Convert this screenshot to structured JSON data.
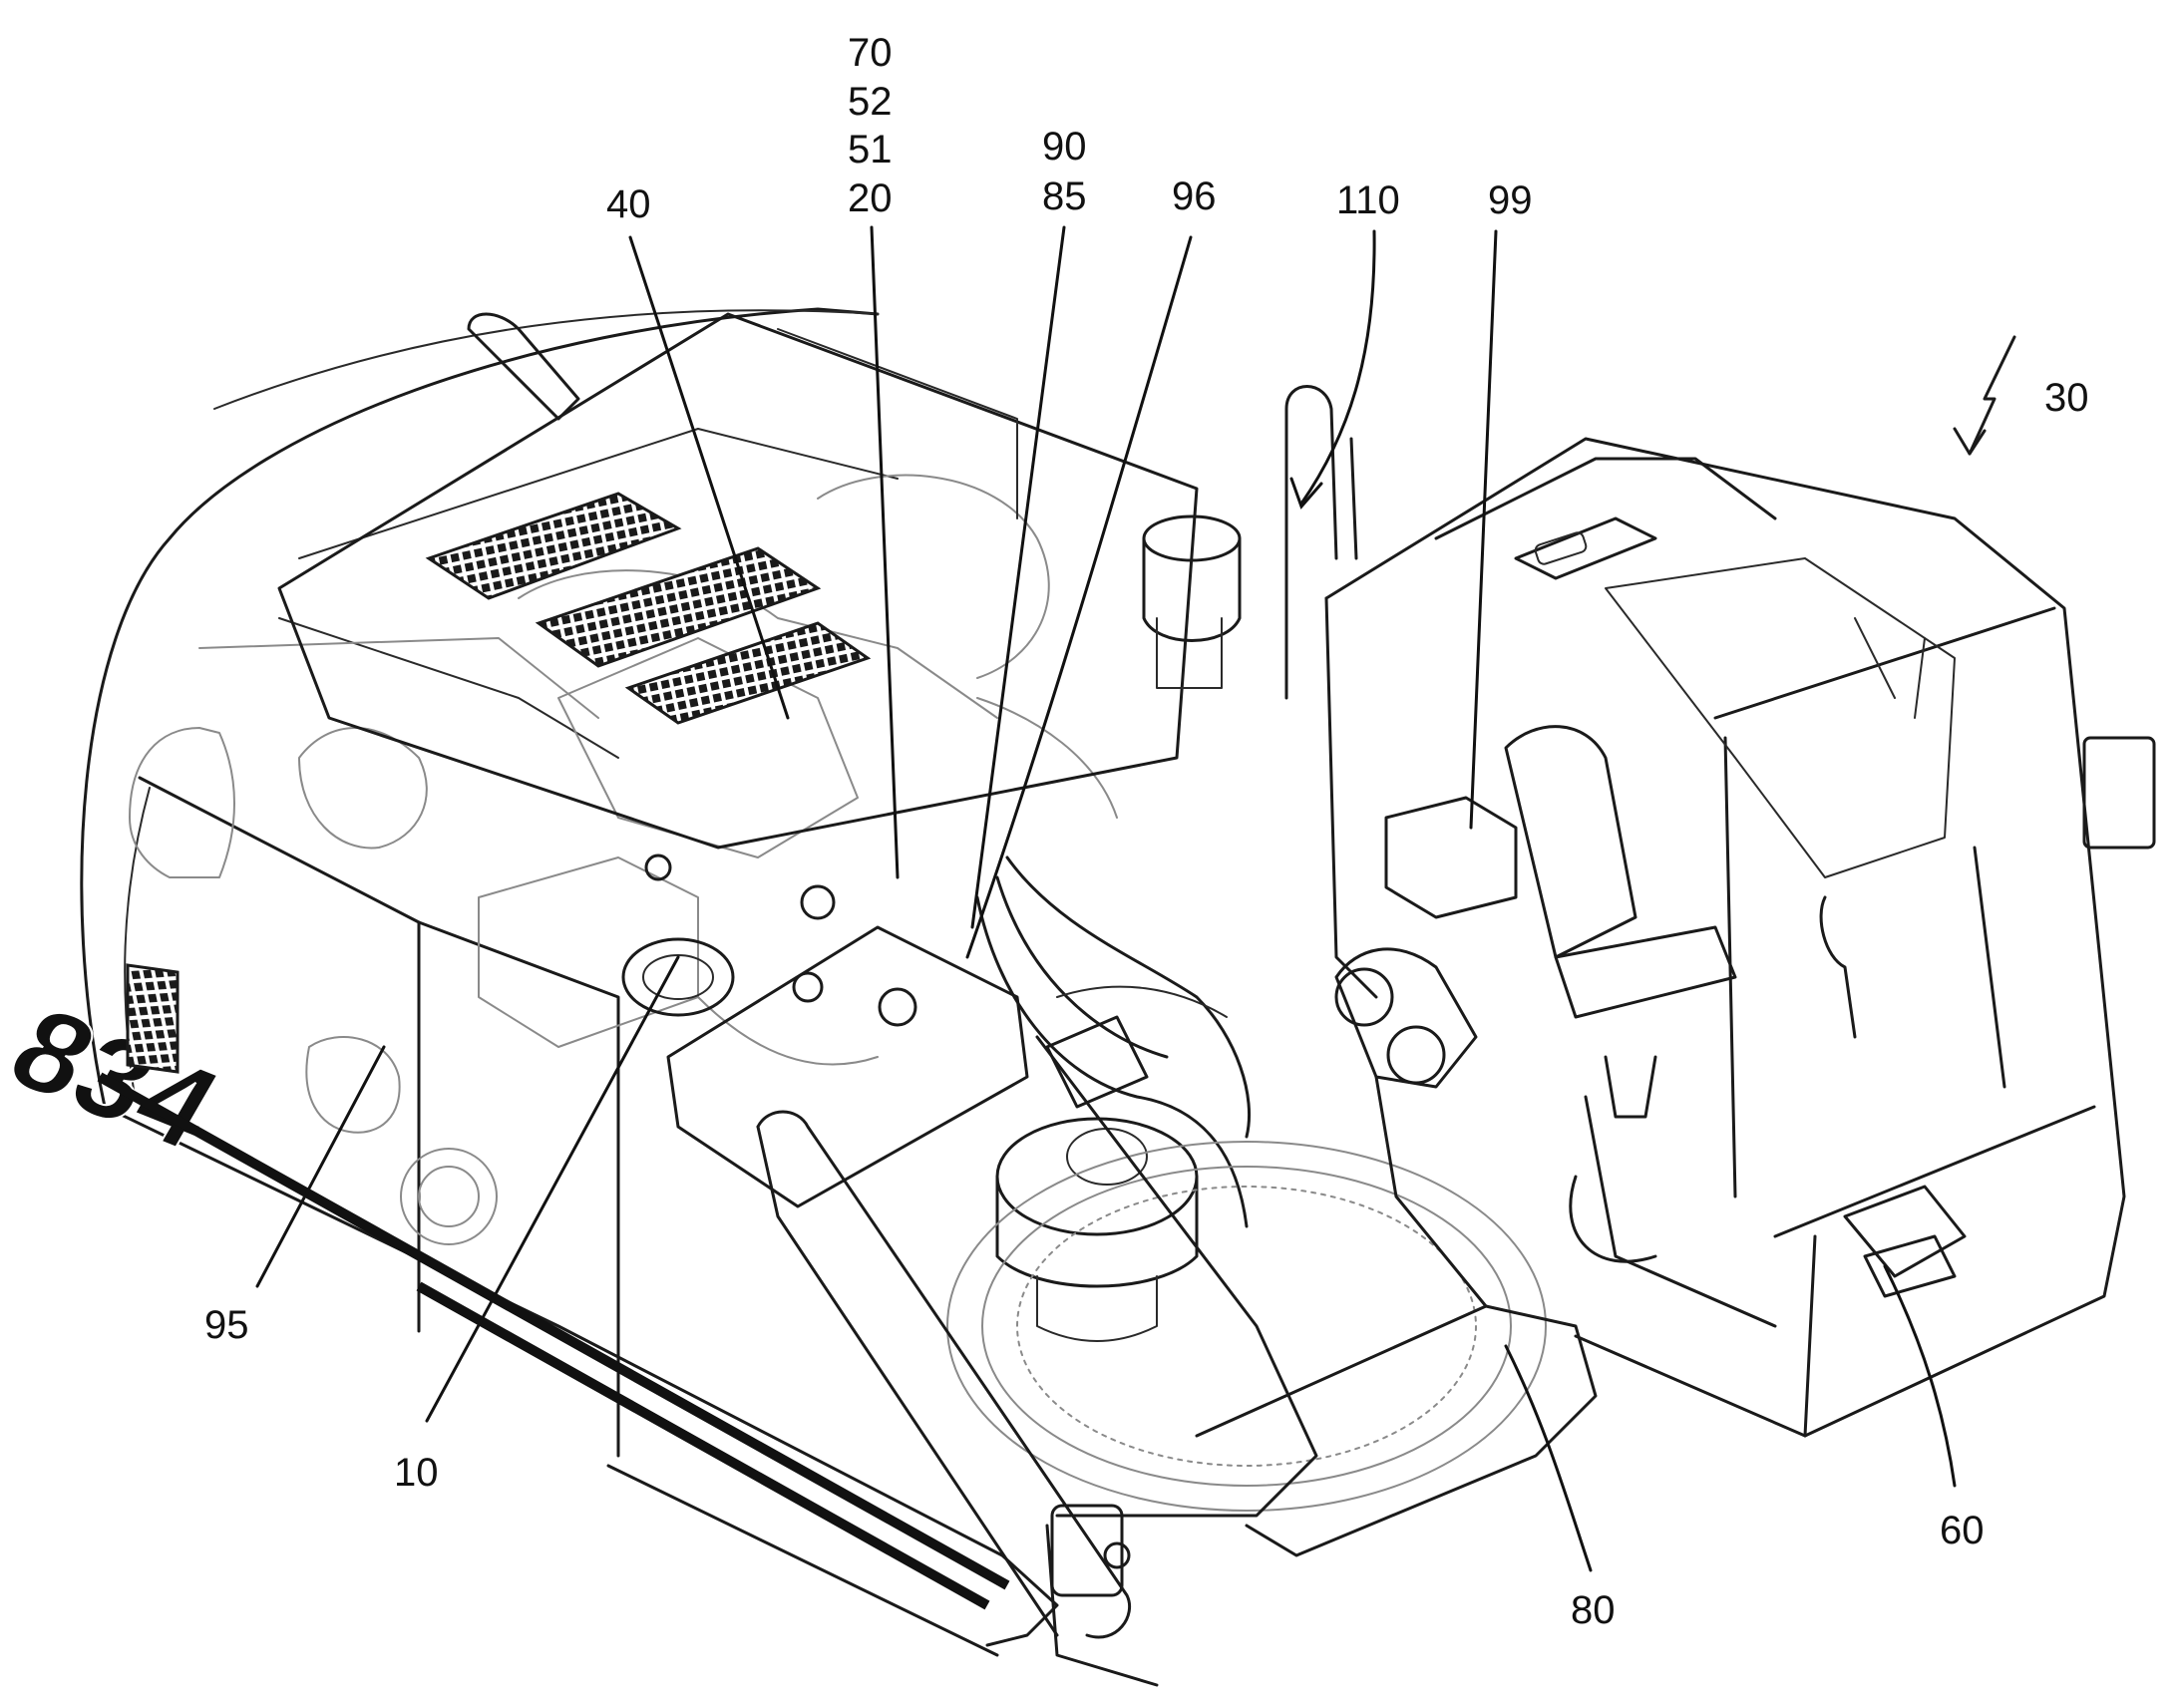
{
  "figure": {
    "reference_numerals": {
      "n70": "70",
      "n52": "52",
      "n51": "51",
      "n20": "20",
      "n90": "90",
      "n85": "85",
      "n96": "96",
      "n110": "110",
      "n99": "99",
      "n40": "40",
      "n30": "30",
      "n95": "95",
      "n10": "10",
      "n80": "80",
      "n60": "60"
    },
    "model_marking": "834"
  }
}
